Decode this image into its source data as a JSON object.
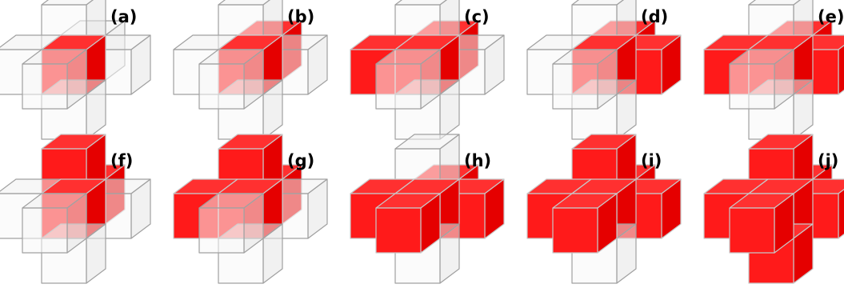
{
  "colors": {
    "filled_front": "#ff1a1a",
    "filled_side": "#e50000",
    "filled_top": "#ff3030",
    "empty_front": "#f7f7f7",
    "empty_side": "#e6e6e6",
    "empty_top": "#f0f0f0",
    "edge": "#a0a0a0",
    "filled_edge": "#c8c8c8"
  },
  "cube_names": [
    "center",
    "front",
    "back",
    "left",
    "right",
    "top",
    "bottom"
  ],
  "panels": [
    {
      "label": "(a)",
      "filled": [
        "center"
      ]
    },
    {
      "label": "(b)",
      "filled": [
        "center",
        "back"
      ]
    },
    {
      "label": "(c)",
      "filled": [
        "center",
        "back",
        "left"
      ]
    },
    {
      "label": "(d)",
      "filled": [
        "center",
        "back",
        "right"
      ]
    },
    {
      "label": "(e)",
      "filled": [
        "center",
        "back",
        "left",
        "right"
      ]
    },
    {
      "label": "(f)",
      "filled": [
        "center",
        "top",
        "back"
      ]
    },
    {
      "label": "(g)",
      "filled": [
        "center",
        "top",
        "back",
        "left"
      ]
    },
    {
      "label": "(h)",
      "filled": [
        "center",
        "back",
        "left",
        "right",
        "front"
      ]
    },
    {
      "label": "(i)",
      "filled": [
        "center",
        "top",
        "back",
        "left",
        "right",
        "front"
      ]
    },
    {
      "label": "(j)",
      "filled": [
        "center",
        "top",
        "back",
        "left",
        "right",
        "front",
        "bottom"
      ]
    }
  ]
}
